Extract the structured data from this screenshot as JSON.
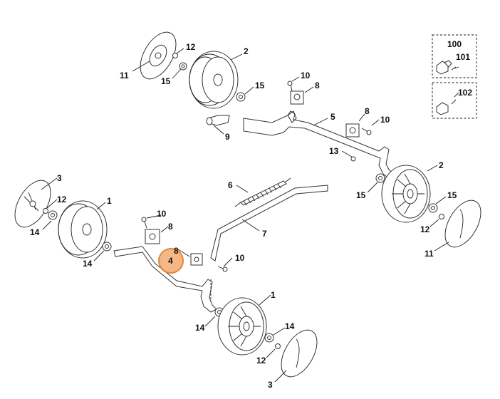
{
  "diagram": {
    "labels": [
      "1",
      "2",
      "3",
      "4",
      "5",
      "6",
      "7",
      "8",
      "9",
      "10",
      "11",
      "12",
      "13",
      "14",
      "15",
      "100",
      "101",
      "102"
    ],
    "highlighted_label": "4",
    "colors": {
      "highlight_fill": "#f5b07a",
      "highlight_stroke": "#e07b27",
      "line": "#222222",
      "background": "#ffffff"
    }
  }
}
